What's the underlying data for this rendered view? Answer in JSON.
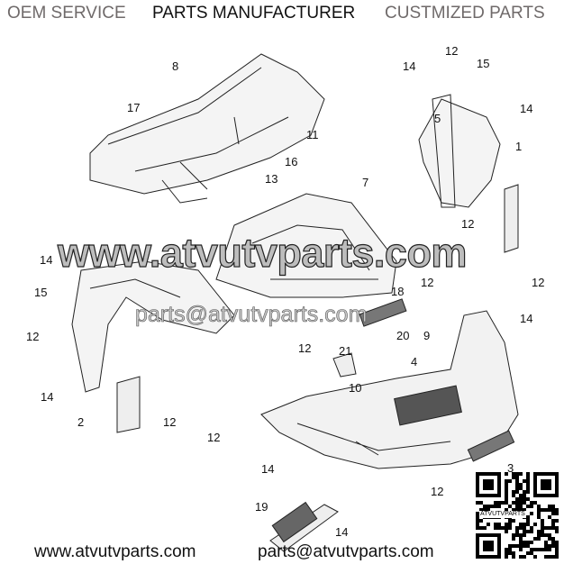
{
  "header": {
    "oem_service": "OEM SERVICE",
    "parts_manufacturer": "PARTS MANUFACTURER",
    "customized_parts": "CUSTMIZED PARTS"
  },
  "watermark": {
    "website": "www.atvutvparts.com",
    "email": "parts@atvutvparts.com"
  },
  "callouts": [
    "8",
    "17",
    "12",
    "15",
    "14",
    "14",
    "5",
    "1",
    "11",
    "16",
    "13",
    "7",
    "12",
    "14",
    "12",
    "12",
    "15",
    "18",
    "12",
    "20",
    "9",
    "14",
    "12",
    "21",
    "4",
    "10",
    "14",
    "2",
    "12",
    "12",
    "14",
    "3",
    "12",
    "19",
    "14"
  ],
  "footer": {
    "website": "www.atvutvparts.com",
    "email": "parts@atvutvparts.com",
    "qr_label": "ATVUTVPARTS"
  },
  "colors": {
    "text_gray": "#6f6a6a",
    "text_dark": "#111111"
  }
}
